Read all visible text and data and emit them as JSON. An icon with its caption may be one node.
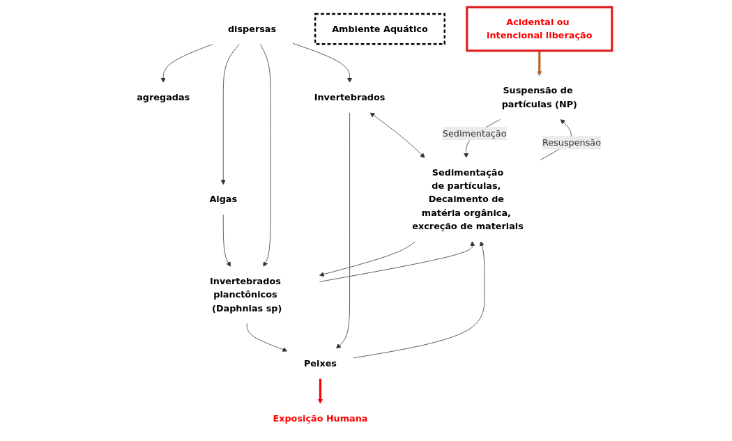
{
  "diagram": {
    "nodes": [
      {
        "text": [
          "Acidental ou intencional liberação"
        ]
      },
      {
        "text": [
          "Ambiente Aquático"
        ]
      },
      {
        "text": [
          "Suspensão de partículas (NP)"
        ]
      },
      {
        "text": [
          "dispersas"
        ]
      },
      {
        "text": [
          "agregadas"
        ]
      },
      {
        "text": [
          "Invertebrados planctônicos (Daphnias sp)"
        ]
      },
      {
        "text": [
          "Algas"
        ]
      },
      {
        "text": [
          "Sedimentação",
          "de partículas, Decaimento de matéria orgânica, excreção de materiais"
        ]
      },
      {
        "text": [
          "Peixes"
        ]
      },
      {
        "text": [
          "Exposição Humana"
        ]
      },
      {
        "text": [
          "Invertebrados"
        ]
      }
    ],
    "edges": [
      {
        "from": 0,
        "to": 2,
        "arrow": "to",
        "style": "thick",
        "color": "#b5652a"
      },
      {
        "from": 3,
        "to": 4,
        "arrow": "to"
      },
      {
        "from": 3,
        "to": 6,
        "arrow": "to"
      },
      {
        "from": 6,
        "to": 5,
        "arrow": "to"
      },
      {
        "from": 3,
        "to": 5,
        "arrow": "to"
      },
      {
        "from": 3,
        "to": 10,
        "arrow": "to"
      },
      {
        "from": 2,
        "to": 7,
        "arrow": "to",
        "label": "Sedimentação"
      },
      {
        "from": 7,
        "to": 2,
        "arrow": "to",
        "label": "Resuspensão"
      },
      {
        "from": 5,
        "to": 7,
        "arrow": "to"
      },
      {
        "from": 7,
        "to": 5,
        "arrow": "to"
      },
      {
        "from": 5,
        "to": 8,
        "arrow": "to"
      },
      {
        "from": 8,
        "to": 7,
        "arrow": "to"
      },
      {
        "from": 10,
        "to": 8,
        "arrow": "to"
      },
      {
        "from": 10,
        "to": 7,
        "arrow": "both"
      },
      {
        "from": 8,
        "to": 9,
        "arrow": "to",
        "style": "thick",
        "color": "#ff0000"
      }
    ]
  }
}
